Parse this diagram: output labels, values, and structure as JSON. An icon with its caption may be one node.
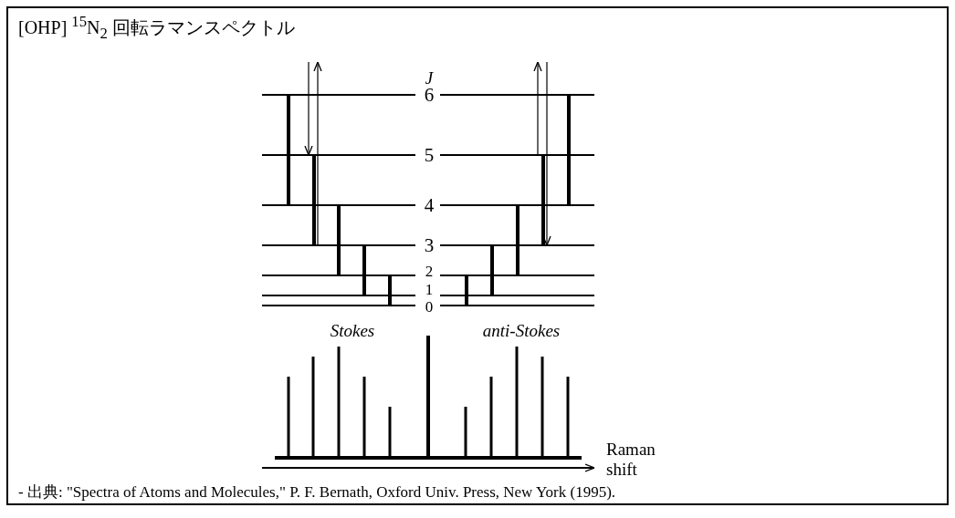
{
  "diagram": {
    "title": "[OHP] $^{15}$N$_{2}$ 回転ラマンスペクトル",
    "caption": "- 出典: \"Spectra of Atoms and Molecules,\" P. F. Bernath, Oxford Univ. Press, New York (1995).",
    "labels": [
      "J",
      "6",
      "5",
      "4",
      "3",
      "2",
      "1",
      "0",
      "Stokes",
      "anti-Stokes",
      "Raman shift"
    ]
  }
}
